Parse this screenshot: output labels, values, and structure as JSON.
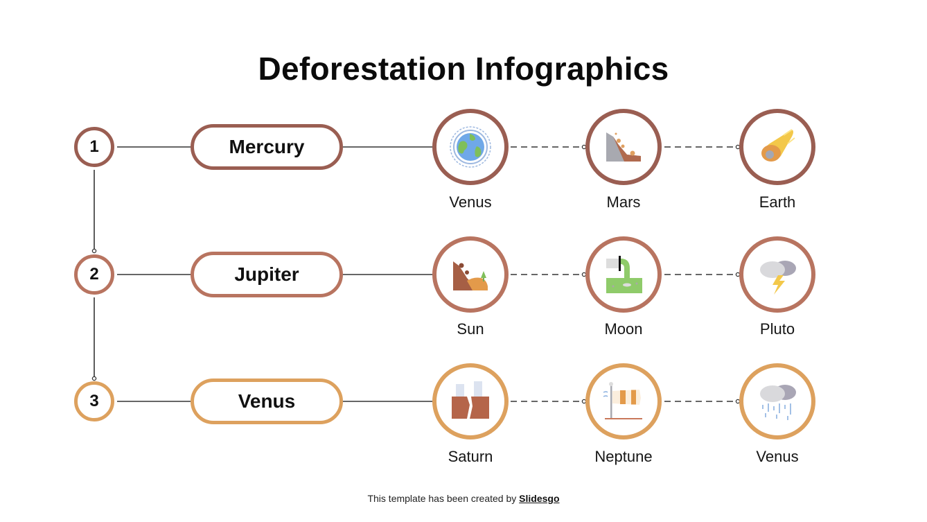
{
  "title": "Deforestation Infographics",
  "colors": {
    "row1": "#9A5E52",
    "row2": "#B87460",
    "row3": "#DDA15E",
    "line": "#333333"
  },
  "rows": [
    {
      "number": "1",
      "label": "Mercury",
      "color": "#9A5E52",
      "nodes": [
        {
          "label": "Venus",
          "icon": "earth-atmosphere-icon"
        },
        {
          "label": "Mars",
          "icon": "landslide-icon"
        },
        {
          "label": "Earth",
          "icon": "meteor-icon"
        }
      ]
    },
    {
      "number": "2",
      "label": "Jupiter",
      "color": "#B87460",
      "nodes": [
        {
          "label": "Sun",
          "icon": "rockfall-icon"
        },
        {
          "label": "Moon",
          "icon": "pipe-pollution-icon"
        },
        {
          "label": "Pluto",
          "icon": "thunderstorm-icon"
        }
      ]
    },
    {
      "number": "3",
      "label": "Venus",
      "color": "#DDA15E",
      "nodes": [
        {
          "label": "Saturn",
          "icon": "earthquake-icon"
        },
        {
          "label": "Neptune",
          "icon": "windsock-icon"
        },
        {
          "label": "Venus",
          "icon": "rain-cloud-icon"
        }
      ]
    }
  ],
  "footer": {
    "text": "This template has been created by ",
    "link": "Slidesgo"
  }
}
